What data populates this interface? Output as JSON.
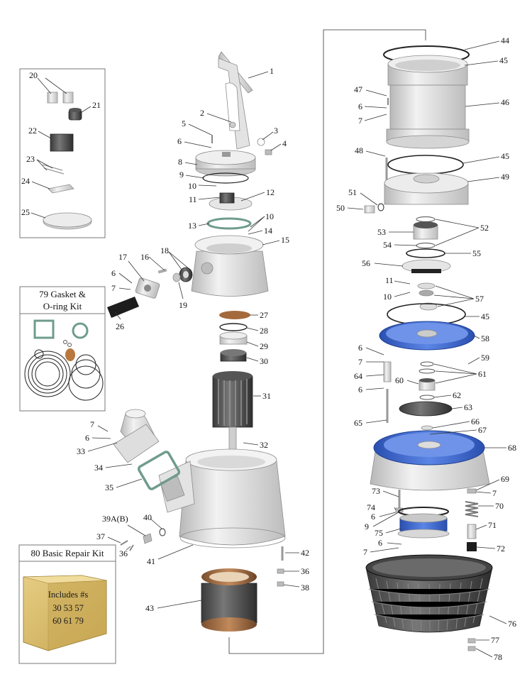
{
  "labels": [
    {
      "id": "1",
      "text": "1"
    },
    {
      "id": "2",
      "text": "2"
    },
    {
      "id": "3",
      "text": "3"
    },
    {
      "id": "4",
      "text": "4"
    },
    {
      "id": "5",
      "text": "5"
    },
    {
      "id": "6a",
      "text": "6"
    },
    {
      "id": "8",
      "text": "8"
    },
    {
      "id": "9a",
      "text": "9"
    },
    {
      "id": "10a",
      "text": "10"
    },
    {
      "id": "11a",
      "text": "11"
    },
    {
      "id": "12",
      "text": "12"
    },
    {
      "id": "13",
      "text": "13"
    },
    {
      "id": "10b",
      "text": "10"
    },
    {
      "id": "14",
      "text": "14"
    },
    {
      "id": "15",
      "text": "15"
    },
    {
      "id": "16",
      "text": "16"
    },
    {
      "id": "17",
      "text": "17"
    },
    {
      "id": "18",
      "text": "18"
    },
    {
      "id": "6b",
      "text": "6"
    },
    {
      "id": "7a",
      "text": "7"
    },
    {
      "id": "19",
      "text": "19"
    },
    {
      "id": "26",
      "text": "26"
    },
    {
      "id": "27",
      "text": "27"
    },
    {
      "id": "28",
      "text": "28"
    },
    {
      "id": "29",
      "text": "29"
    },
    {
      "id": "30",
      "text": "30"
    },
    {
      "id": "31",
      "text": "31"
    },
    {
      "id": "32",
      "text": "32"
    },
    {
      "id": "7b",
      "text": "7"
    },
    {
      "id": "6c",
      "text": "6"
    },
    {
      "id": "33",
      "text": "33"
    },
    {
      "id": "34",
      "text": "34"
    },
    {
      "id": "35",
      "text": "35"
    },
    {
      "id": "39",
      "text": "39A(B)"
    },
    {
      "id": "40",
      "text": "40"
    },
    {
      "id": "37",
      "text": "37"
    },
    {
      "id": "36a",
      "text": "36"
    },
    {
      "id": "41",
      "text": "41"
    },
    {
      "id": "42",
      "text": "42"
    },
    {
      "id": "36b",
      "text": "36"
    },
    {
      "id": "38",
      "text": "38"
    },
    {
      "id": "43",
      "text": "43"
    },
    {
      "id": "20",
      "text": "20"
    },
    {
      "id": "21",
      "text": "21"
    },
    {
      "id": "22",
      "text": "22"
    },
    {
      "id": "23",
      "text": "23"
    },
    {
      "id": "24",
      "text": "24"
    },
    {
      "id": "25",
      "text": "25"
    },
    {
      "id": "44",
      "text": "44"
    },
    {
      "id": "45a",
      "text": "45"
    },
    {
      "id": "47",
      "text": "47"
    },
    {
      "id": "6d",
      "text": "6"
    },
    {
      "id": "46",
      "text": "46"
    },
    {
      "id": "7c",
      "text": "7"
    },
    {
      "id": "48",
      "text": "48"
    },
    {
      "id": "45b",
      "text": "45"
    },
    {
      "id": "49",
      "text": "49"
    },
    {
      "id": "51",
      "text": "51"
    },
    {
      "id": "50",
      "text": "50"
    },
    {
      "id": "52",
      "text": "52"
    },
    {
      "id": "53",
      "text": "53"
    },
    {
      "id": "54",
      "text": "54"
    },
    {
      "id": "55",
      "text": "55"
    },
    {
      "id": "56",
      "text": "56"
    },
    {
      "id": "11b",
      "text": "11"
    },
    {
      "id": "10c",
      "text": "10"
    },
    {
      "id": "57",
      "text": "57"
    },
    {
      "id": "45c",
      "text": "45"
    },
    {
      "id": "58",
      "text": "58"
    },
    {
      "id": "6e",
      "text": "6"
    },
    {
      "id": "7d",
      "text": "7"
    },
    {
      "id": "59",
      "text": "59"
    },
    {
      "id": "64",
      "text": "64"
    },
    {
      "id": "61",
      "text": "61"
    },
    {
      "id": "60",
      "text": "60"
    },
    {
      "id": "6f",
      "text": "6"
    },
    {
      "id": "62",
      "text": "62"
    },
    {
      "id": "63",
      "text": "63"
    },
    {
      "id": "65",
      "text": "65"
    },
    {
      "id": "66",
      "text": "66"
    },
    {
      "id": "67",
      "text": "67"
    },
    {
      "id": "68",
      "text": "68"
    },
    {
      "id": "69",
      "text": "69"
    },
    {
      "id": "73",
      "text": "73"
    },
    {
      "id": "7e",
      "text": "7"
    },
    {
      "id": "74",
      "text": "74"
    },
    {
      "id": "70",
      "text": "70"
    },
    {
      "id": "6g",
      "text": "6"
    },
    {
      "id": "9b",
      "text": "9"
    },
    {
      "id": "71",
      "text": "71"
    },
    {
      "id": "75",
      "text": "75"
    },
    {
      "id": "6h",
      "text": "6"
    },
    {
      "id": "72",
      "text": "72"
    },
    {
      "id": "7f",
      "text": "7"
    },
    {
      "id": "76",
      "text": "76"
    },
    {
      "id": "77",
      "text": "77"
    },
    {
      "id": "78",
      "text": "78"
    }
  ],
  "kit79": {
    "title_line1": "79 Gasket &",
    "title_line2": "O-ring Kit"
  },
  "kit80": {
    "title": "80 Basic Repair Kit",
    "line1": "Includes #s",
    "line2": "30  53  57",
    "line3": "60  61  79"
  },
  "colors": {
    "accent_blue": "#3a63c8",
    "part_grey": "#d8d8d8",
    "gasket_green": "#6f9c8c",
    "wood": "#9b6a45",
    "dark": "#2b2b2b",
    "box_gold": "#d8bc6e"
  }
}
